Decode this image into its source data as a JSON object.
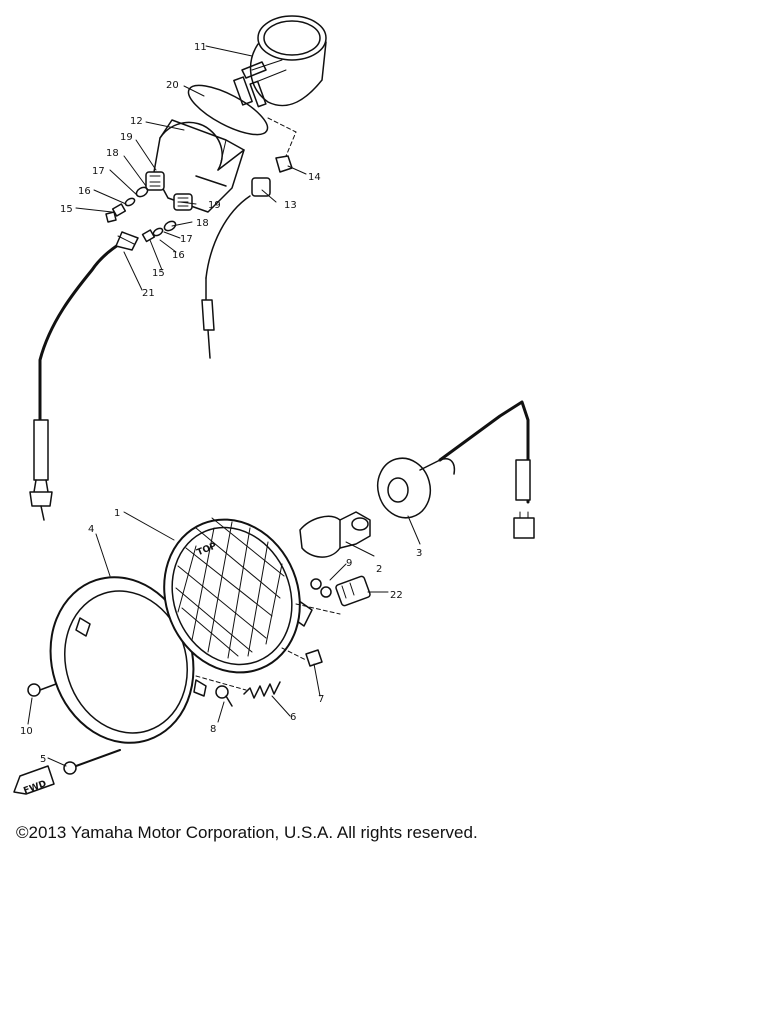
{
  "diagram": {
    "callouts": [
      "1",
      "2",
      "3",
      "4",
      "5",
      "6",
      "7",
      "8",
      "9",
      "10",
      "11",
      "12",
      "13",
      "14",
      "15",
      "15",
      "16",
      "16",
      "17",
      "17",
      "18",
      "18",
      "19",
      "19",
      "20",
      "21",
      "22"
    ],
    "lens_marking": "TOP",
    "direction_marking": "FWD"
  },
  "footer": {
    "copyright": "©2013 Yamaha Motor Corporation, U.S.A. All rights reserved."
  },
  "colors": {
    "ink": "#111111",
    "background": "#ffffff"
  }
}
